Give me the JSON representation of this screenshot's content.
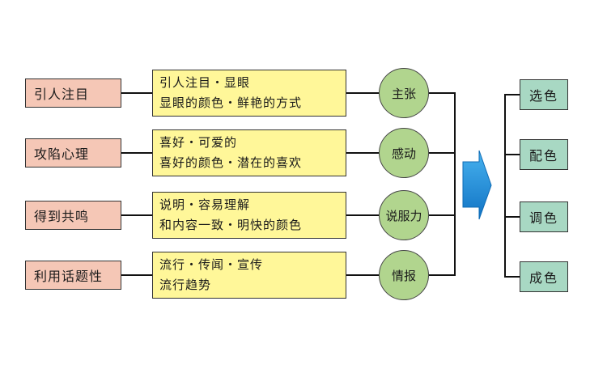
{
  "categories": [
    {
      "label": "引人注目"
    },
    {
      "label": "攻陷心理"
    },
    {
      "label": "得到共鸣"
    },
    {
      "label": "利用话题性"
    }
  ],
  "descriptions": [
    {
      "line1": "引人注目・显眼",
      "line2": "显眼的颜色・鲜艳的方式"
    },
    {
      "line1": "喜好・可爱的",
      "line2": "喜好的颜色・潜在的喜欢"
    },
    {
      "line1": "说明・容易理解",
      "line2": "和内容一致・明快的颜色"
    },
    {
      "line1": "流行・传闻・宣传",
      "line2": "流行趋势"
    }
  ],
  "themes": [
    {
      "label": "主张"
    },
    {
      "label": "感动"
    },
    {
      "label": "说服力"
    },
    {
      "label": "情报"
    }
  ],
  "outcomes": [
    {
      "label": "选色"
    },
    {
      "label": "配色"
    },
    {
      "label": "调色"
    },
    {
      "label": "成色"
    }
  ],
  "colors": {
    "category_fill": "#f5c7b6",
    "description_fill": "#fff799",
    "theme_fill": "#b1d58e",
    "outcome_fill": "#a8d8c3",
    "arrow_fill": "#1e8fd9"
  }
}
